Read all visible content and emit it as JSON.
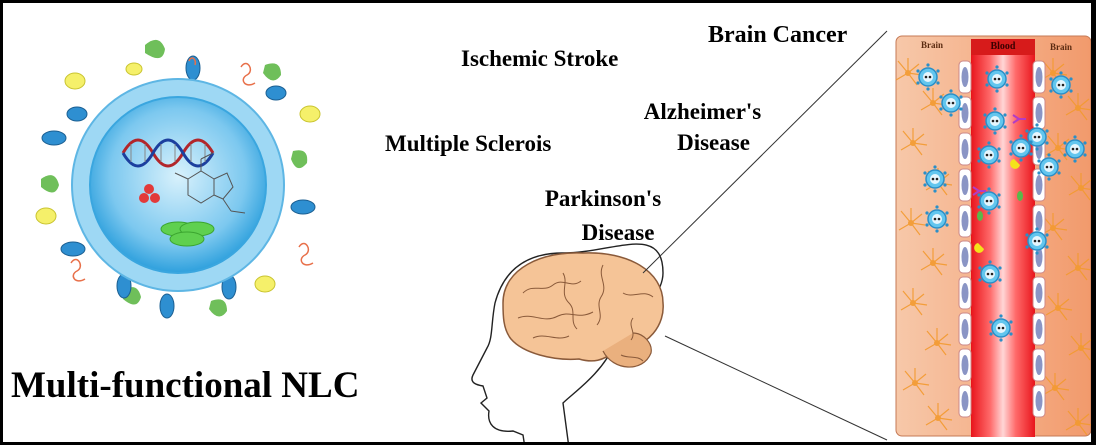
{
  "nlc_label": "Multi-functional NLC",
  "diseases": {
    "brain_cancer": "Brain Cancer",
    "ischemic_stroke": "Ischemic Stroke",
    "alzheimers_line1": "Alzheimer's",
    "alzheimers_line2": "Disease",
    "multiple_sclerosis": "Multiple Sclerois",
    "parkinsons_line1": "Parkinson's",
    "parkinsons_line2": "Disease"
  },
  "bbb_panel": {
    "left_label": "Brain",
    "center_label": "Blood",
    "right_label": "Brain"
  },
  "colors": {
    "shell": "#6cc4ee",
    "core": "#2ea0dd",
    "vessel": "#e8141b",
    "brain_tissue": "#f4b089",
    "neuron": "#f39a2f",
    "endothelial": "#9aa6cc",
    "brain_outline_fill": "#f5c497"
  }
}
